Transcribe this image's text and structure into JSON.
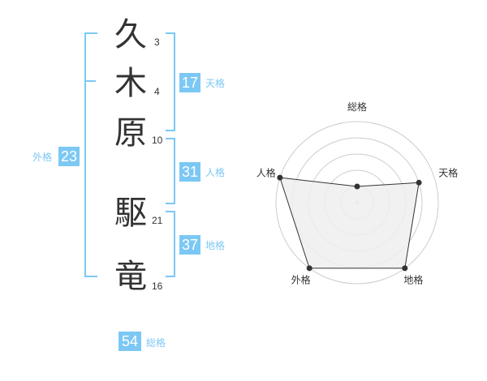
{
  "name_chars": [
    {
      "char": "久",
      "strokes": "3"
    },
    {
      "char": "木",
      "strokes": "4"
    },
    {
      "char": "原",
      "strokes": "10"
    },
    {
      "char": "駆",
      "strokes": "21"
    },
    {
      "char": "竜",
      "strokes": "16"
    }
  ],
  "fortunes": {
    "tenkaku": {
      "value": "17",
      "label": "天格"
    },
    "jinkaku": {
      "value": "31",
      "label": "人格"
    },
    "chikaku": {
      "value": "37",
      "label": "地格"
    },
    "gaikaku": {
      "value": "23",
      "label": "外格"
    },
    "soukaku": {
      "value": "54",
      "label": "総格"
    }
  },
  "colors": {
    "accent": "#7cc8f4",
    "text": "#333333",
    "radar_fill": "#eeeeee",
    "radar_grid": "#cccccc"
  },
  "chart_data": {
    "type": "radar",
    "axes": [
      "総格",
      "天格",
      "地格",
      "外格",
      "人格"
    ],
    "values": [
      0.2,
      0.8,
      1.0,
      1.0,
      1.0
    ],
    "range": [
      0,
      1
    ],
    "rings": 4,
    "grid": true
  }
}
